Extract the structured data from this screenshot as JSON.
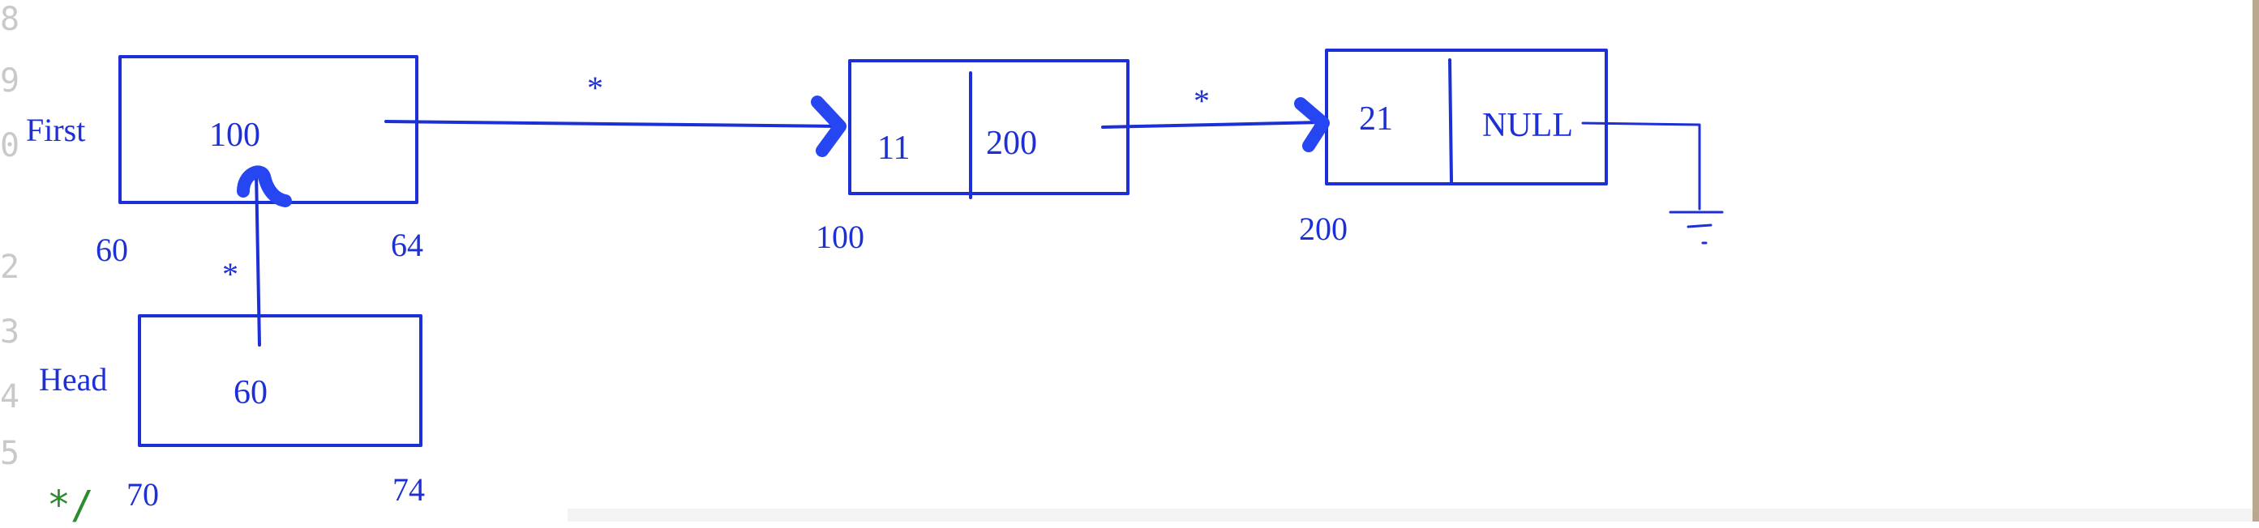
{
  "editor": {
    "gutter_digits": [
      "8",
      "9",
      "0",
      "2",
      "3",
      "4",
      "5"
    ],
    "comment_end": "*/"
  },
  "diagram": {
    "color": "#1d2fd6",
    "labels": {
      "first": "First",
      "head": "Head"
    },
    "nodes": {
      "first_value": "100",
      "first_addr_start": "60",
      "first_addr_end": "64",
      "head_value": "60",
      "head_addr_start": "70",
      "head_addr_end": "74",
      "node1_data": "11",
      "node1_next": "200",
      "node1_addr": "100",
      "node2_data": "21",
      "node2_next": "NULL",
      "node2_addr": "200"
    },
    "pointer_marks": {
      "first_to_node1": "*",
      "node1_to_node2": "*",
      "head_to_first": "*"
    }
  }
}
